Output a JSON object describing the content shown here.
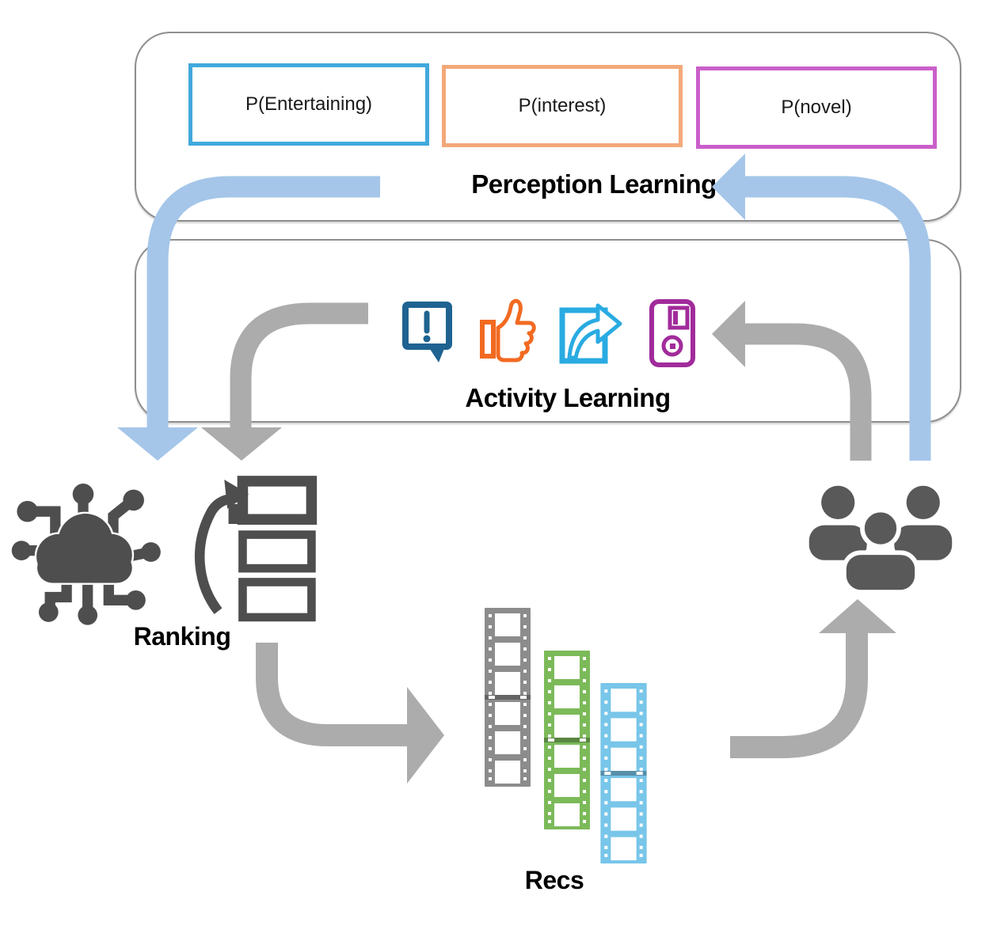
{
  "diagram": {
    "perception": {
      "title": "Perception Learning",
      "boxes": [
        {
          "label": "P(Entertaining)",
          "border_color": "#41A8DC"
        },
        {
          "label": "P(interest)",
          "border_color": "#F2A97A"
        },
        {
          "label": "P(novel)",
          "border_color": "#CA5FCA"
        }
      ]
    },
    "activity": {
      "title": "Activity Learning",
      "icons": [
        {
          "name": "comment-exclamation-icon",
          "color": "#1F6391"
        },
        {
          "name": "thumbs-up-icon",
          "color": "#F26A21"
        },
        {
          "name": "share-icon",
          "color": "#29ABE2"
        },
        {
          "name": "save-icon",
          "color": "#A12B9B"
        }
      ]
    },
    "ranking": {
      "label": "Ranking",
      "icon_color": "#4E4E4E"
    },
    "recs": {
      "label": "Recs",
      "strip_colors": [
        "#8C8C8C",
        "#7CBA59",
        "#78C6E9"
      ]
    },
    "users": {
      "icon_color": "#595959"
    },
    "arrow_colors": {
      "blue": "#A5C6E9",
      "gray": "#ACACAC"
    }
  }
}
